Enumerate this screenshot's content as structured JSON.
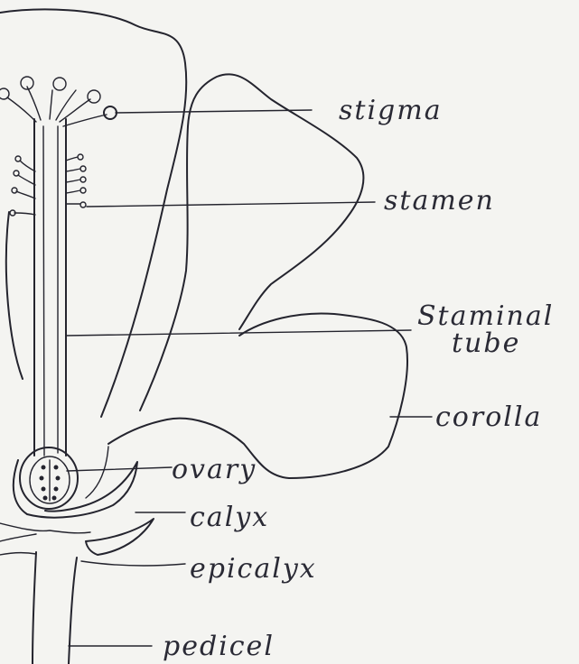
{
  "labels": {
    "stigma": "stigma",
    "stamen": "stamen",
    "staminal_1": "Staminal",
    "staminal_2": "tube",
    "corolla": "corolla",
    "ovary": "ovary",
    "calyx": "calyx",
    "epicalyx": "epicalyx",
    "pedicel": "pedicel"
  },
  "colors": {
    "paper": "#f4f4f1",
    "ink": "#24242e"
  }
}
